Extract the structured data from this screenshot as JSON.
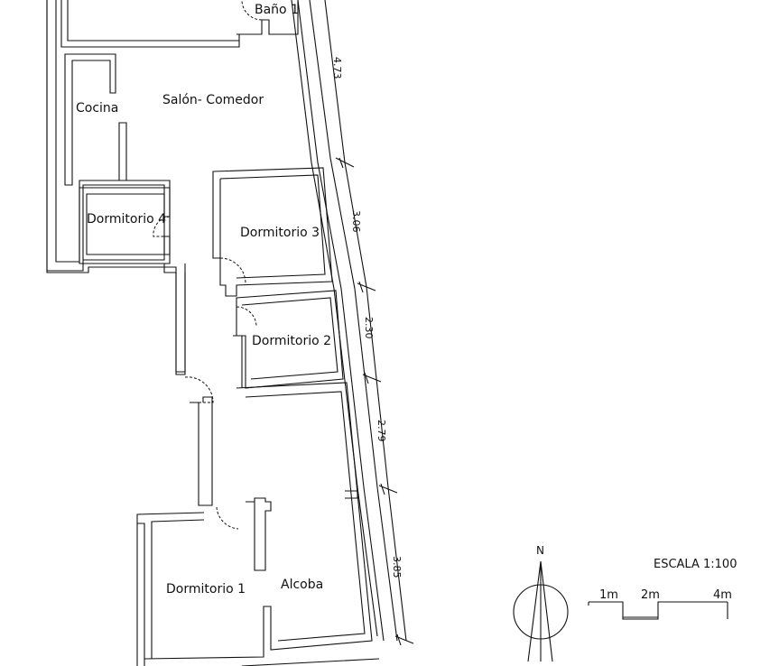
{
  "rooms": {
    "bano1": "Baño 1",
    "salon_comedor": "Salón- Comedor",
    "cocina": "Cocina",
    "dormitorio4": "Dormitorio 4",
    "dormitorio3": "Dormitorio 3",
    "dormitorio2": "Dormitorio 2",
    "dormitorio1": "Dormitorio 1",
    "alcoba": "Alcoba"
  },
  "dimensions": {
    "d1": "4.73",
    "d2": "3.06",
    "d3": "2.30",
    "d4": "2.79",
    "d5": "3.85"
  },
  "legend": {
    "scale_title": "ESCALA 1:100",
    "tick_1m": "1m",
    "tick_2m": "2m",
    "tick_4m": "4m",
    "north": "N"
  }
}
